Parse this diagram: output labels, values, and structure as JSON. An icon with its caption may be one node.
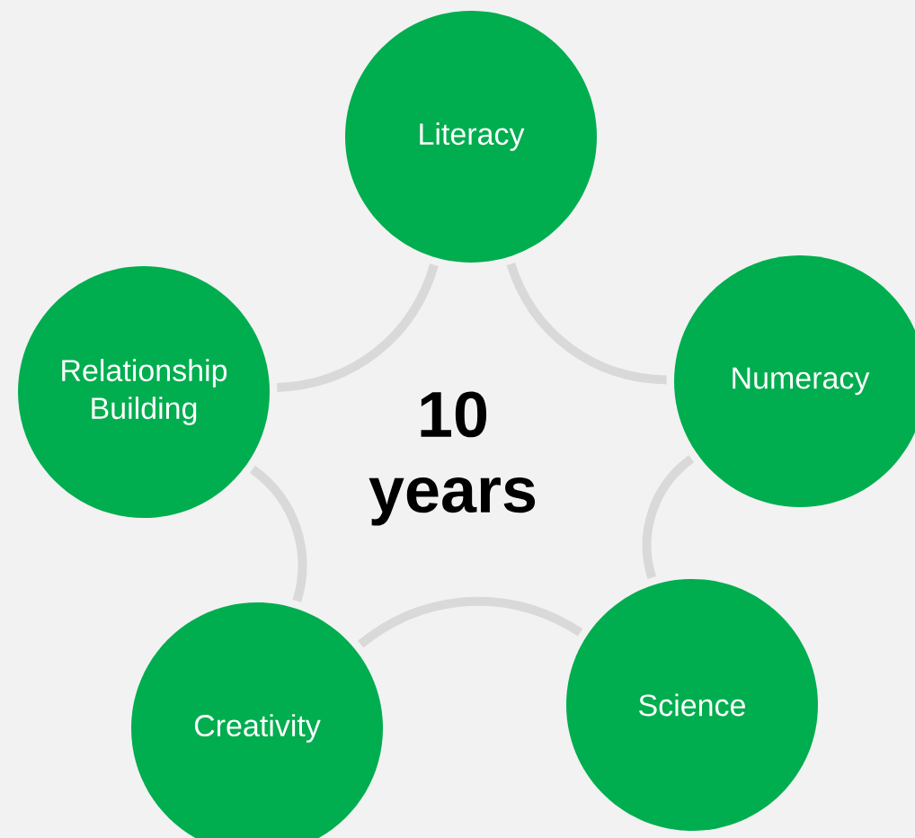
{
  "diagram": {
    "nodes": [
      {
        "text": [
          "Literacy"
        ]
      },
      {
        "text": [
          "Numeracy"
        ]
      },
      {
        "text": [
          "Science"
        ]
      },
      {
        "text": [
          "Creativity"
        ]
      },
      {
        "text": [
          "Relationship Building"
        ]
      }
    ],
    "edges": [
      {
        "from": 0,
        "to": 1,
        "arrow": "none"
      },
      {
        "from": 1,
        "to": 2,
        "arrow": "none"
      },
      {
        "from": 2,
        "to": 3,
        "arrow": "none"
      },
      {
        "from": 3,
        "to": 4,
        "arrow": "none"
      },
      {
        "from": 4,
        "to": 0,
        "arrow": "none"
      }
    ],
    "labels": [
      "10 years"
    ]
  }
}
